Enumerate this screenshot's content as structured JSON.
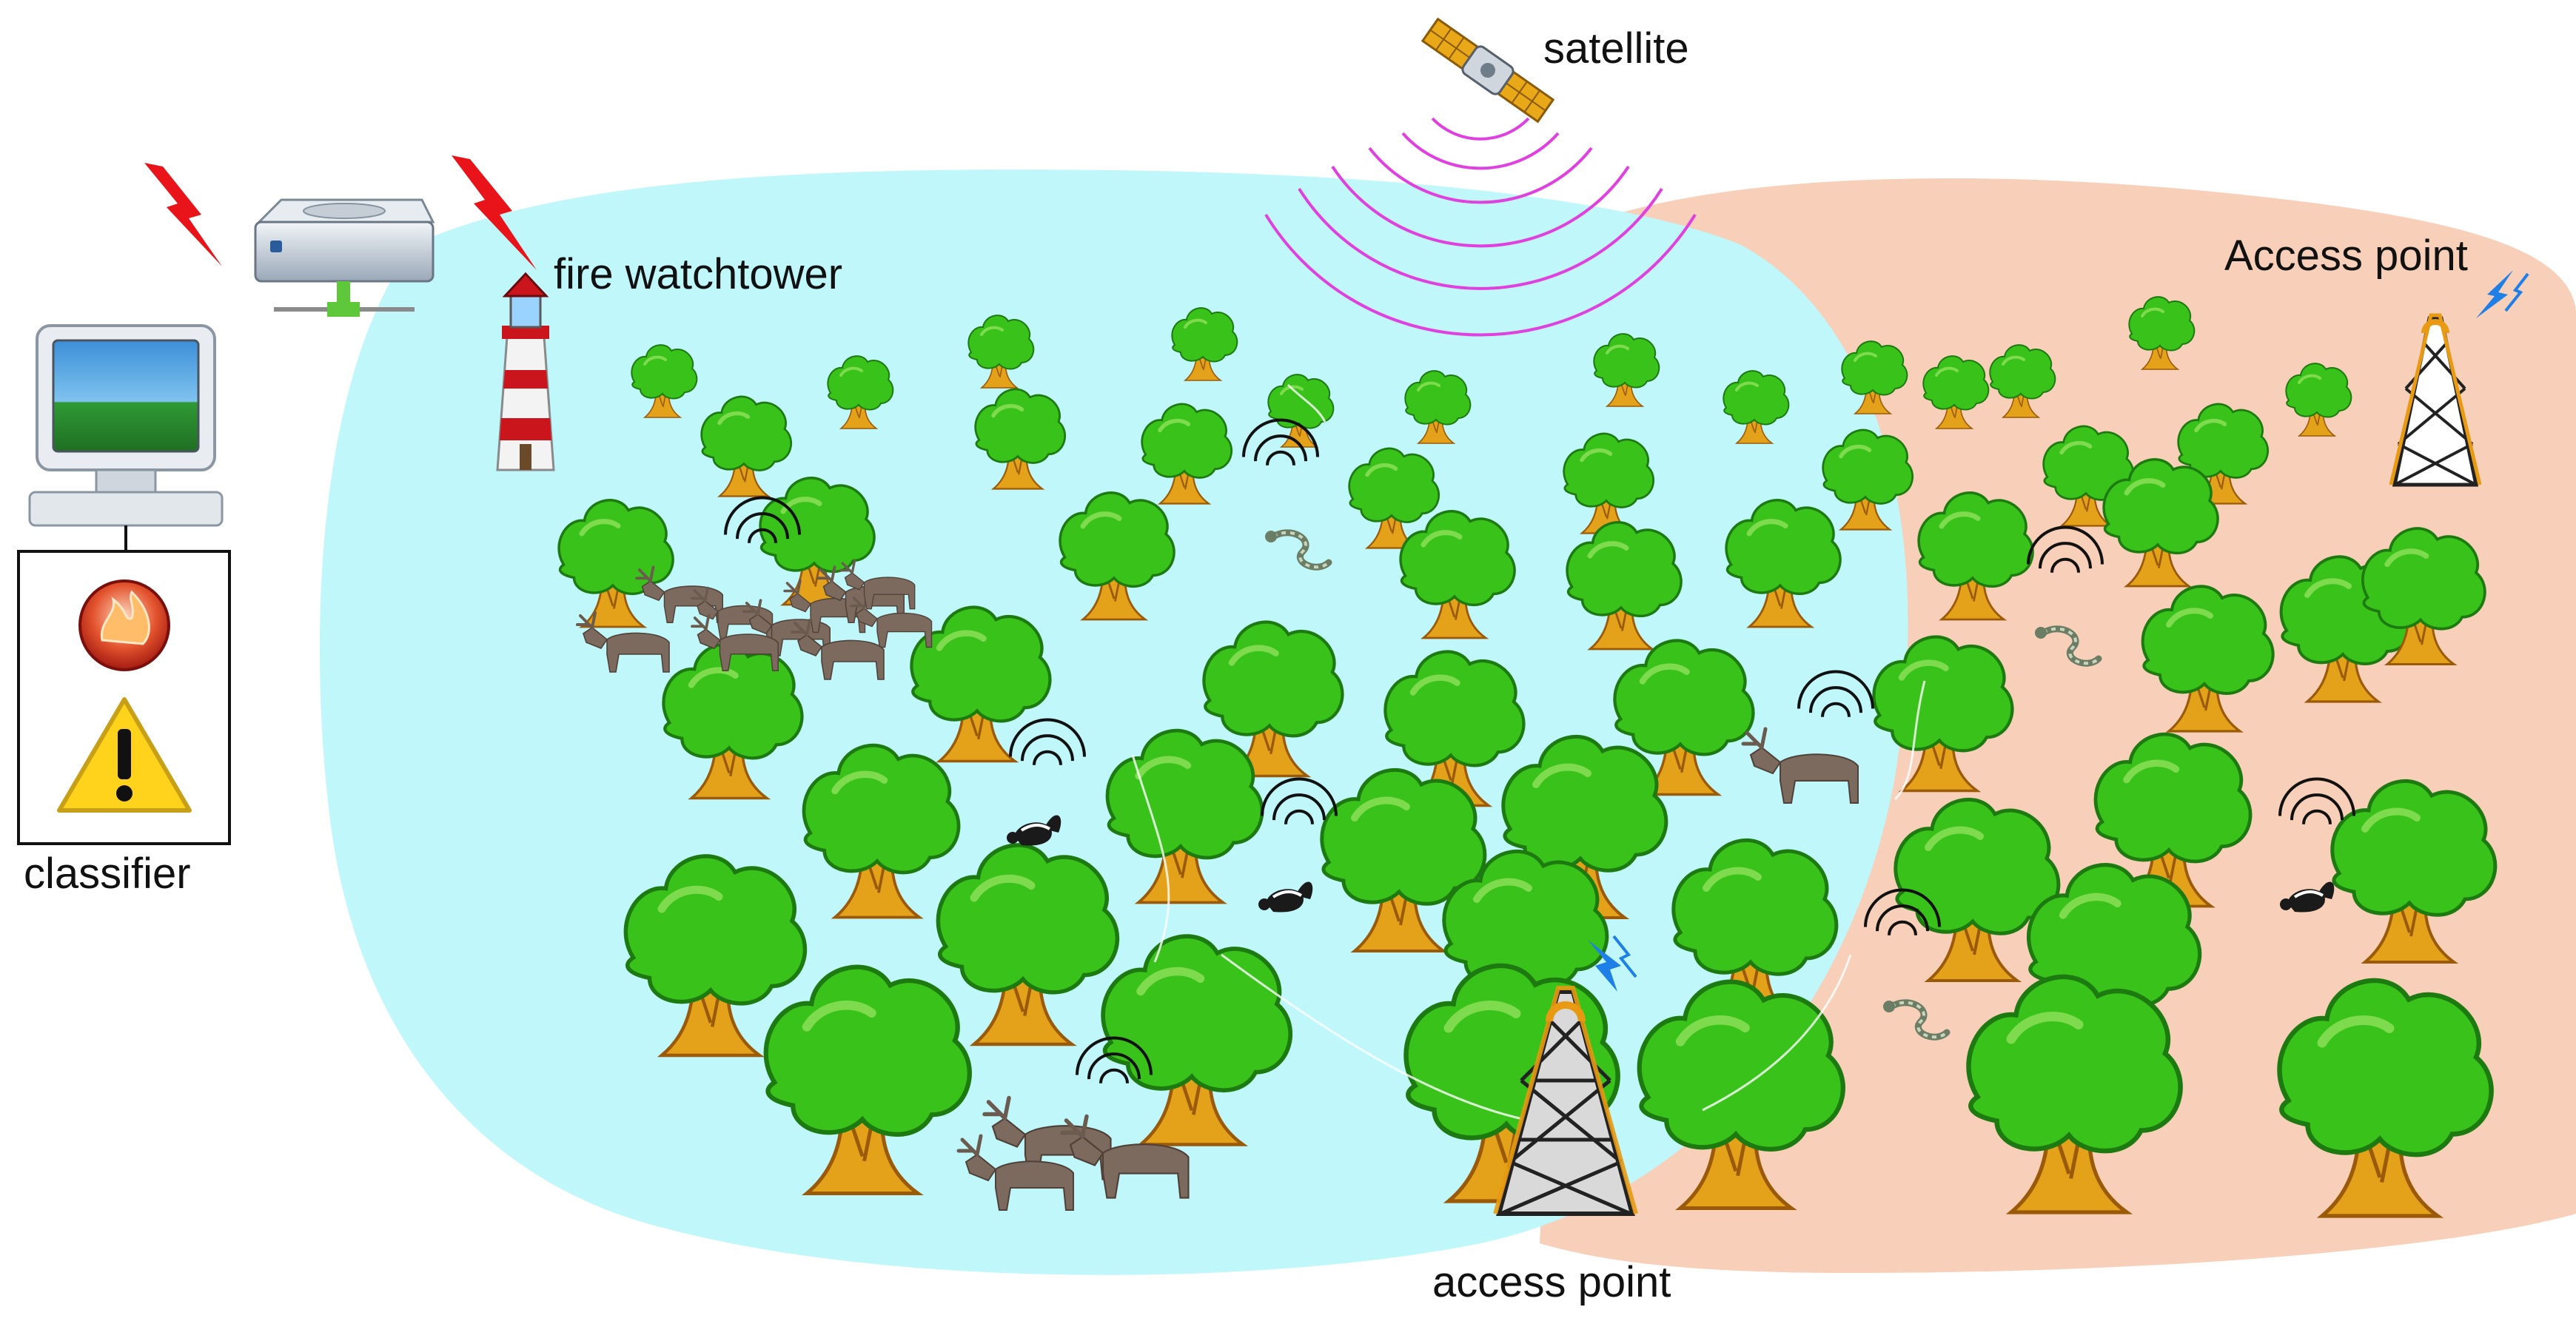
{
  "labels": {
    "satellite": "satellite",
    "watchtower": "fire watchtower",
    "access_point_right": "Access point",
    "access_point_bottom": "access point",
    "classifier": "classifier"
  },
  "colors": {
    "zone_left": "#bff7fb",
    "zone_right": "#f8cfb8",
    "foliage": "#39c21a",
    "foliage_light": "#8fe15a",
    "trunk": "#e3a21a",
    "trunk_dark": "#9a5a08",
    "sensor_wave": "#111111",
    "satellite_wave": "#e040e0",
    "lightning": "#e8141a",
    "wireless_blue": "#1e7fe6",
    "animal": "#7d6a5e"
  },
  "icons": {
    "satellite": "satellite-icon",
    "watchtower": "lighthouse-icon",
    "server": "server-icon",
    "computer": "monitor-icon",
    "fire": "fire-icon",
    "warning": "warning-icon",
    "tower": "radio-tower-icon",
    "tree": "tree-icon",
    "moose": "moose-icon",
    "snake": "snake-icon",
    "skunk": "skunk-icon"
  }
}
